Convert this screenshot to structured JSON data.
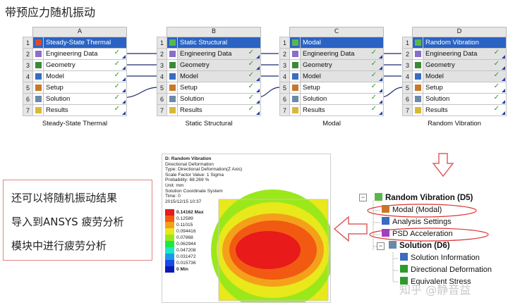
{
  "title": "带预应力随机振动",
  "systems": [
    {
      "column": "A",
      "header": "Steady-State Thermal",
      "caption": "Steady-State Thermal",
      "rows": [
        {
          "num": "2",
          "label": "Engineering Data"
        },
        {
          "num": "3",
          "label": "Geometry"
        },
        {
          "num": "4",
          "label": "Model"
        },
        {
          "num": "5",
          "label": "Setup"
        },
        {
          "num": "6",
          "label": "Solution"
        },
        {
          "num": "7",
          "label": "Results"
        }
      ]
    },
    {
      "column": "B",
      "header": "Static Structural",
      "caption": "Static Structural",
      "rows": [
        {
          "num": "2",
          "label": "Engineering Data"
        },
        {
          "num": "3",
          "label": "Geometry"
        },
        {
          "num": "4",
          "label": "Model"
        },
        {
          "num": "5",
          "label": "Setup"
        },
        {
          "num": "6",
          "label": "Solution"
        },
        {
          "num": "7",
          "label": "Results"
        }
      ]
    },
    {
      "column": "C",
      "header": "Modal",
      "caption": "Modal",
      "rows": [
        {
          "num": "2",
          "label": "Engineering Data"
        },
        {
          "num": "3",
          "label": "Geometry"
        },
        {
          "num": "4",
          "label": "Model"
        },
        {
          "num": "5",
          "label": "Setup"
        },
        {
          "num": "6",
          "label": "Solution"
        },
        {
          "num": "7",
          "label": "Results"
        }
      ]
    },
    {
      "column": "D",
      "header": "Random Vibration",
      "caption": "Random Vibration",
      "rows": [
        {
          "num": "2",
          "label": "Engineering Data"
        },
        {
          "num": "3",
          "label": "Geometry"
        },
        {
          "num": "4",
          "label": "Model"
        },
        {
          "num": "5",
          "label": "Setup"
        },
        {
          "num": "6",
          "label": "Solution"
        },
        {
          "num": "7",
          "label": "Results"
        }
      ]
    }
  ],
  "plot": {
    "info": [
      "D: Random Vibration",
      "Directional Deformation",
      "Type: Directional Deformation(Z Axis)",
      "Scale Factor Value: 1 Sigma",
      "Probability: 68.269 %",
      "Unit: mm",
      "Solution Coordinate System",
      "Time: 0",
      "2015/12/15 10:37"
    ],
    "legend": [
      {
        "label": "0.14162 Max",
        "color": "#e81a1a"
      },
      {
        "label": "0.12589",
        "color": "#f25a12"
      },
      {
        "label": "0.11015",
        "color": "#f5a01a"
      },
      {
        "label": "0.094416",
        "color": "#e8e81a"
      },
      {
        "label": "0.07868",
        "color": "#9be81a"
      },
      {
        "label": "0.062944",
        "color": "#1ae84a"
      },
      {
        "label": "0.047208",
        "color": "#1ae8c8"
      },
      {
        "label": "0.031472",
        "color": "#1a9ae8"
      },
      {
        "label": "0.015736",
        "color": "#1a4ae8"
      },
      {
        "label": "0 Min",
        "color": "#0a1ab8"
      }
    ]
  },
  "callout": [
    "还可以将随机振动结果",
    "导入到ANSYS 疲劳分析",
    "模块中进行疲劳分析"
  ],
  "tree": {
    "root": "Random Vibration (D5)",
    "items": [
      "Modal (Modal)",
      "Analysis Settings",
      "PSD Acceleration"
    ],
    "solution": "Solution (D6)",
    "solution_items": [
      "Solution Information",
      "Directional Deformation",
      "Equivalent Stress"
    ]
  },
  "watermark": "知乎 @静音益"
}
